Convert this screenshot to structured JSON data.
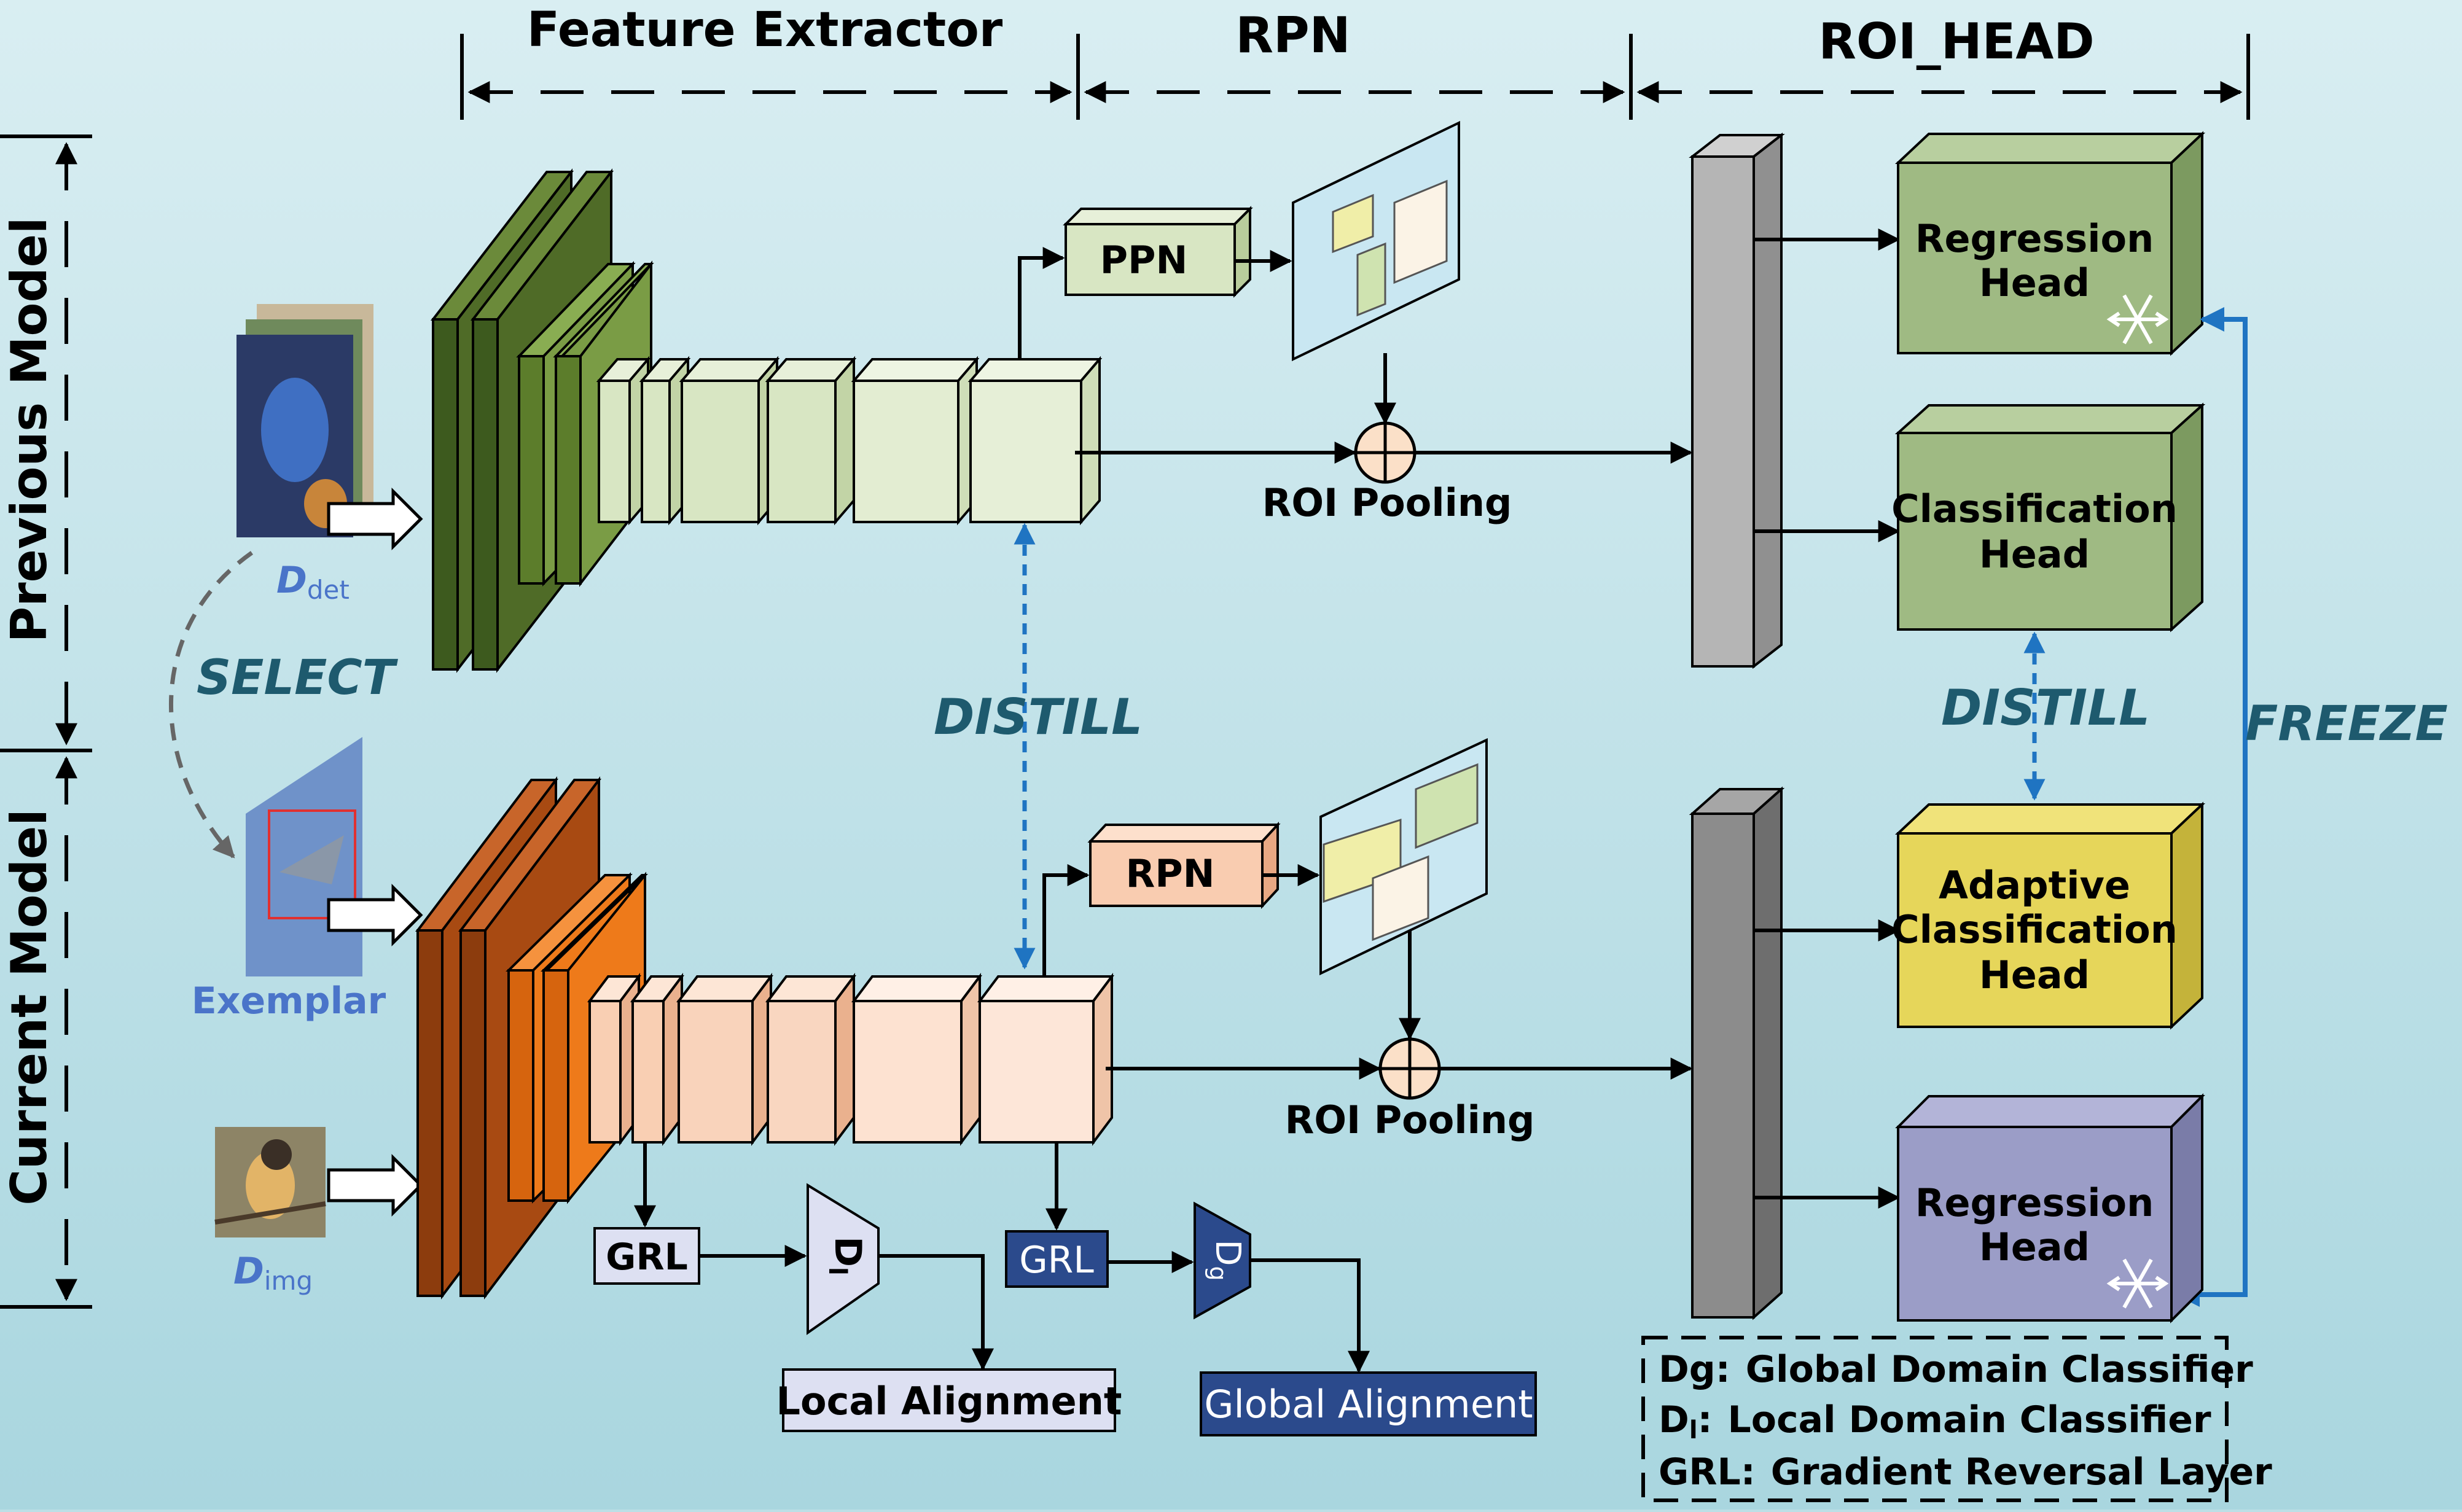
{
  "sections": {
    "feature_extractor": "Feature Extractor",
    "rpn": "RPN",
    "roi_head": "ROI_HEAD"
  },
  "rows": {
    "previous": "Previous Model",
    "current": "Current Model"
  },
  "inputs": {
    "d_det": {
      "main": "D",
      "sub": "det"
    },
    "exemplar": "Exemplar",
    "d_img": {
      "main": "D",
      "sub": "img"
    }
  },
  "blocks": {
    "ppn": "PPN",
    "rpn": "RPN",
    "roi_pooling_top": "ROI Pooling",
    "roi_pooling_bottom": "ROI Pooling",
    "grl_local": "GRL",
    "grl_global": "GRL",
    "dl": {
      "main": "D",
      "sub": "l"
    },
    "dg": {
      "main": "D",
      "sub": "g"
    },
    "local_alignment": "Local Alignment",
    "global_alignment": "Global Alignment"
  },
  "heads": {
    "prev_regression": [
      "Regression",
      "Head"
    ],
    "prev_classification": [
      "Classification",
      "Head"
    ],
    "adaptive_classification": [
      "Adaptive",
      "Classification",
      "Head"
    ],
    "cur_regression": [
      "Regression",
      "Head"
    ]
  },
  "annotations": {
    "select": "SELECT",
    "distill_center": "DISTILL",
    "distill_right": "DISTILL",
    "freeze": "FREEZE"
  },
  "legend": {
    "dg": {
      "key": "Dg",
      "sep": ":",
      "desc": "Global Domain Classifier"
    },
    "dl": {
      "key": "D",
      "sub": "l",
      "sep": ":",
      "desc": "Local Domain Classifier"
    },
    "grl": {
      "key": "GRL",
      "sep": ":",
      "desc": "Gradient Reversal Layer"
    }
  },
  "colors": {
    "prev_backbone": "#4f6b27",
    "prev_layers": "#dbe8c7",
    "cur_backbone": "#b24f10",
    "cur_layers": "#fad7c3",
    "head_green": "#9fba83",
    "head_yellow": "#e6d65a",
    "head_purple": "#9b9dc7",
    "accent_blue": "#1f74c2",
    "text_teal": "#1e5a6e",
    "input_blue": "#4a74c9",
    "dark_blue": "#2b4a8c"
  }
}
